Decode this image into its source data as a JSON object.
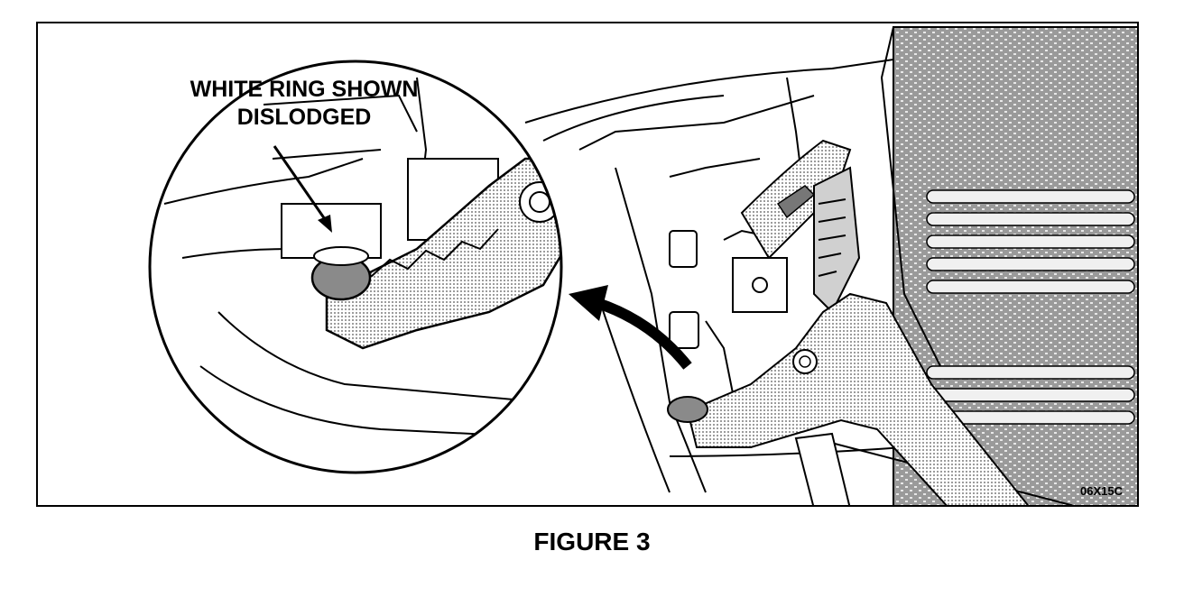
{
  "figure": {
    "callout_line1": "WHITE RING SHOWN",
    "callout_line2": "DISLODGED",
    "code": "06X15C",
    "caption": "FIGURE 3"
  },
  "colors": {
    "ink": "#000000",
    "shade": "#c8c8c8",
    "dark_shade": "#8a8a8a"
  }
}
